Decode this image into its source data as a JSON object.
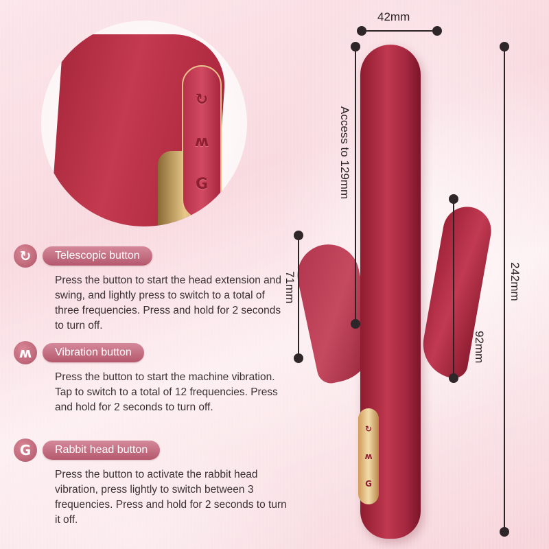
{
  "detail_callout": {
    "panel_glyphs": [
      "↻",
      "ʍ",
      "G"
    ]
  },
  "features": [
    {
      "icon": "rotate-icon",
      "icon_glyph": "↻",
      "label": "Telescopic button",
      "description": "Press the button to start the head extension and swing, and lightly press to switch to a total of three frequencies. Press and hold for 2 seconds to turn off."
    },
    {
      "icon": "wave-icon",
      "icon_glyph": "ʍ",
      "label": "Vibration button",
      "description": "Press the button to start the machine vibration. Tap to switch to a total of 12 frequencies. Press and hold for 2 seconds to turn off."
    },
    {
      "icon": "g-letter-icon",
      "icon_glyph": "G",
      "label": "Rabbit head button",
      "description": "Press the button to activate the rabbit head vibration, press lightly to switch between 3 frequencies. Press and hold for 2 seconds to turn it off."
    }
  ],
  "dimensions": {
    "width": "42mm",
    "extension": "Access to 129mm",
    "left_arm": "71mm",
    "right_arm": "92mm",
    "total_length": "242mm"
  },
  "colors": {
    "product_red": "#a8283c",
    "accent_pink": "#b5586d",
    "gold": "#e8c98a",
    "marker": "#2e2628"
  }
}
